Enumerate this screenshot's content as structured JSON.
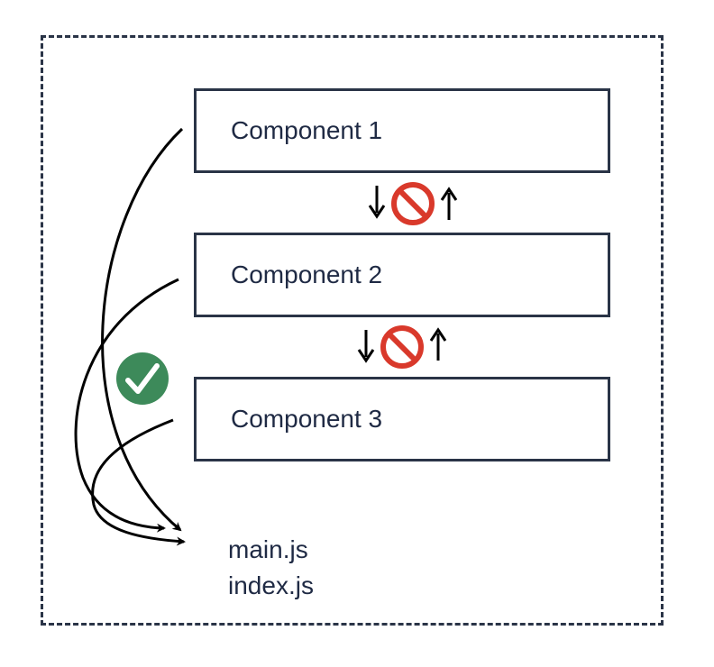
{
  "components": [
    {
      "label": "Component 1"
    },
    {
      "label": "Component 2"
    },
    {
      "label": "Component 3"
    }
  ],
  "files": [
    "main.js",
    "index.js"
  ],
  "icons": {
    "prohibited": "prohibited-icon",
    "allowed": "check-mark-icon",
    "arrow_down": "arrow-down-icon",
    "arrow_up": "arrow-up-icon"
  },
  "colors": {
    "frame": "#2a3447",
    "text": "#1f2a44",
    "prohibited": "#d9392b",
    "allowed": "#3d8a5a"
  }
}
